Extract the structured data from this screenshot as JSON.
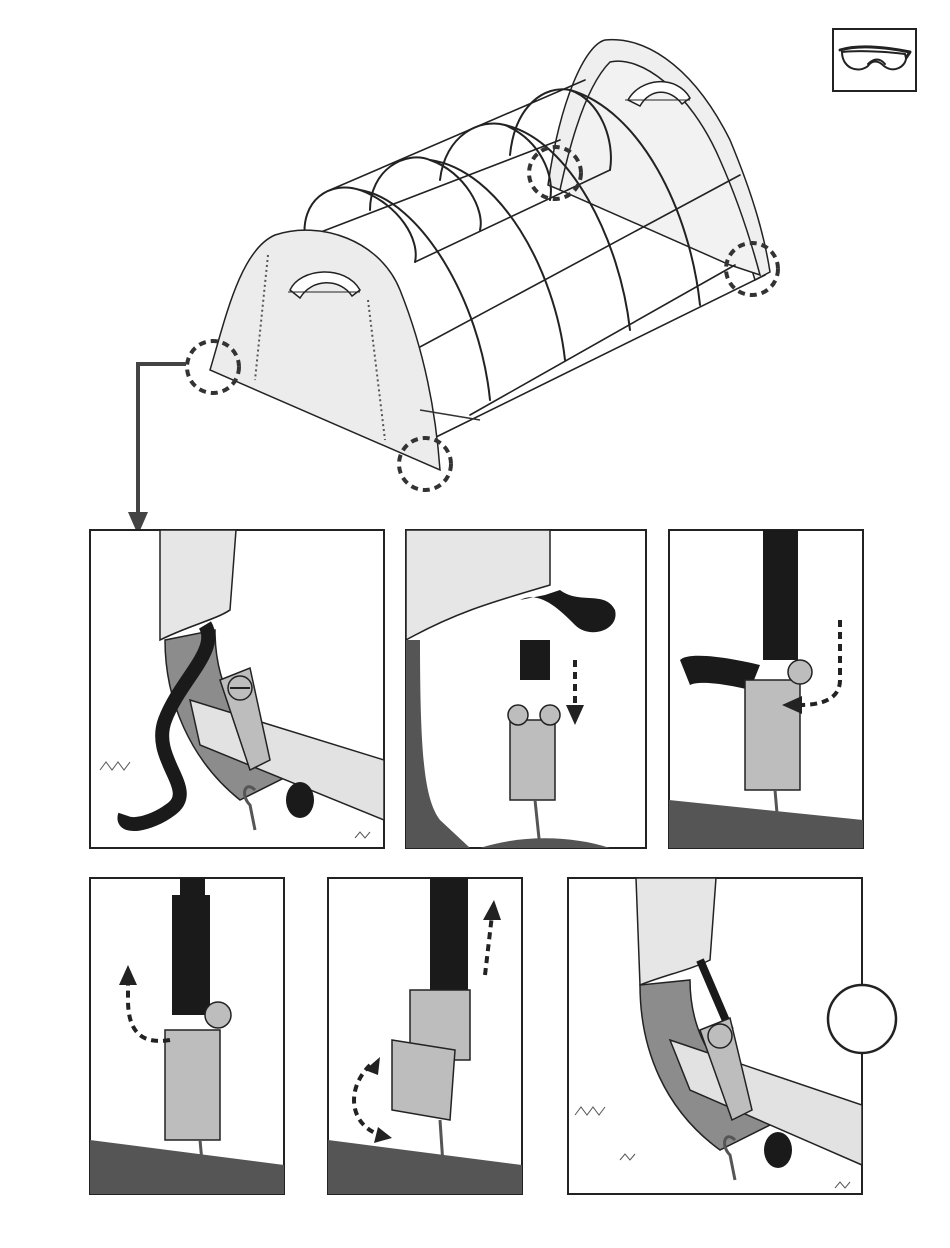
{
  "figure": {
    "kind": "assembly-instruction",
    "safety_icon": "safety-glasses-icon",
    "overview": "shelter-frame-with-end-panels",
    "callout_count": 4,
    "steps": [
      {
        "id": 1,
        "icon": "ratchet-strap-attached-to-frame-icon"
      },
      {
        "id": 2,
        "icon": "strap-insert-into-ratchet-icon",
        "arrow": "down"
      },
      {
        "id": 3,
        "icon": "strap-feed-through-spool-icon",
        "arrow": "curved"
      },
      {
        "id": 4,
        "icon": "strap-pull-up-icon",
        "arrow": "up"
      },
      {
        "id": 5,
        "icon": "ratchet-crank-icon",
        "arrow": "up-and-rotate"
      },
      {
        "id": 6,
        "icon": "strap-tightened-result-icon",
        "badge": ""
      }
    ]
  },
  "colors": {
    "frame_gray": "#8c8c8c",
    "strap_black": "#1a1a1a",
    "panel_light": "#e6e6e6",
    "ground_dark": "#555555",
    "ratchet_gray": "#bdbdbd"
  }
}
